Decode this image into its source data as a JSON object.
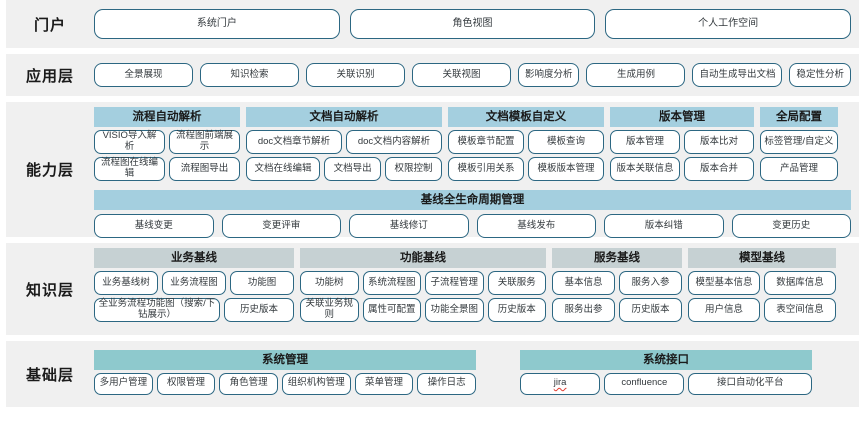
{
  "colors": {
    "row_bg": "#f0f0f0",
    "pill_border": "#2c6782",
    "group_title_blue": "#a4cfdf",
    "group_title_gray": "#c6d1d3",
    "group_title_teal": "#8ec9cd",
    "text": "#33393d"
  },
  "layers": [
    {
      "label": "门户",
      "items": [
        "系统门户",
        "角色视图",
        "个人工作空间"
      ]
    },
    {
      "label": "应用层",
      "items": [
        "全景展现",
        "知识检索",
        "关联识别",
        "关联视图",
        "影响度分析",
        "生成用例",
        "自动生成导出文档",
        "稳定性分析"
      ]
    },
    {
      "label": "能力层",
      "groups": [
        {
          "title": "流程自动解析",
          "rows": [
            [
              "VISIO导入解析",
              "流程图前端展示"
            ],
            [
              "流程图在线编辑",
              "流程图导出"
            ]
          ]
        },
        {
          "title": "文档自动解析",
          "rows": [
            [
              "doc文档章节解析",
              "doc文档内容解析"
            ],
            [
              "文档在线编辑",
              "文档导出",
              "权限控制"
            ]
          ]
        },
        {
          "title": "文档模板自定义",
          "rows": [
            [
              "模板章节配置",
              "模板查询"
            ],
            [
              "模板引用关系",
              "模板版本管理"
            ]
          ]
        },
        {
          "title": "版本管理",
          "rows": [
            [
              "版本管理",
              "版本比对"
            ],
            [
              "版本关联信息",
              "版本合并"
            ]
          ]
        },
        {
          "title": "全局配置",
          "rows": [
            [
              "标签管理/自定义"
            ],
            [
              "产品管理"
            ]
          ]
        }
      ],
      "baseline": {
        "title": "基线全生命周期管理",
        "items": [
          "基线变更",
          "变更评审",
          "基线修订",
          "基线发布",
          "版本纠错",
          "变更历史"
        ]
      }
    },
    {
      "label": "知识层",
      "groups": [
        {
          "title": "业务基线",
          "rows": [
            [
              "业务基线树",
              "业务流程图",
              "功能图"
            ],
            [
              "全业务流程功能图（搜索/下钻展示）",
              "历史版本"
            ]
          ]
        },
        {
          "title": "功能基线",
          "rows": [
            [
              "功能树",
              "系统流程图",
              "子流程管理",
              "关联服务"
            ],
            [
              "关联业务规则",
              "属性可配置",
              "功能全景图",
              "历史版本"
            ]
          ]
        },
        {
          "title": "服务基线",
          "rows": [
            [
              "基本信息",
              "服务入参"
            ],
            [
              "服务出参",
              "历史版本"
            ]
          ]
        },
        {
          "title": "模型基线",
          "rows": [
            [
              "模型基本信息",
              "数据库信息"
            ],
            [
              "用户信息",
              "表空间信息"
            ]
          ]
        }
      ]
    },
    {
      "label": "基础层",
      "groups": [
        {
          "title": "系统管理",
          "rows": [
            [
              "多用户管理",
              "权限管理",
              "角色管理",
              "组织机构管理",
              "菜单管理",
              "操作日志"
            ]
          ]
        },
        {
          "title": "系统接口",
          "rows": [
            [
              "jira",
              "confluence",
              "接口自动化平台"
            ]
          ]
        }
      ]
    }
  ]
}
